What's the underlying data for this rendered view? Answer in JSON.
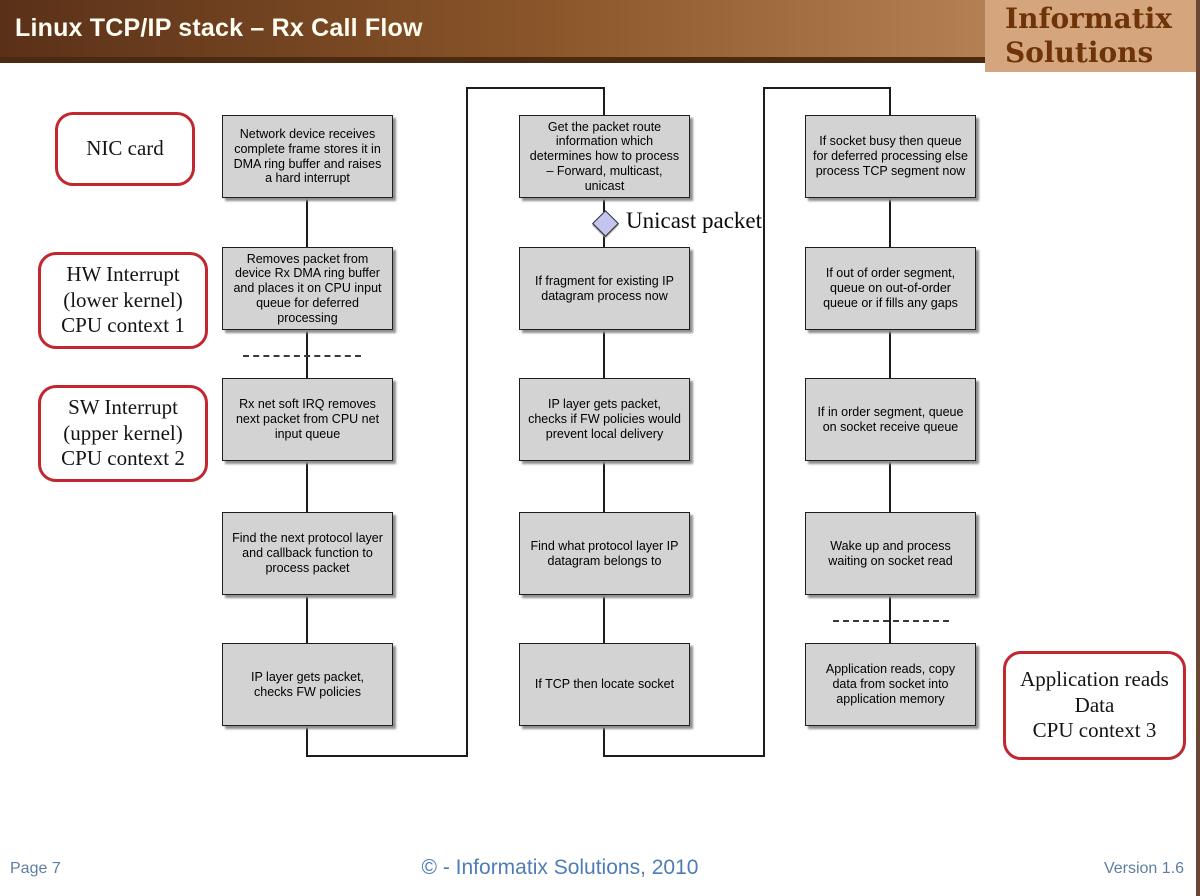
{
  "slide": {
    "title": "Linux TCP/IP stack – Rx Call Flow",
    "logo": {
      "line1": "Informatix",
      "line2": "Solutions"
    }
  },
  "flow": {
    "columns": [
      {
        "boxes": [
          "Network device receives complete frame stores it in DMA ring buffer and raises a hard interrupt",
          "Removes packet from device Rx DMA ring buffer and places it on CPU input queue for deferred processing",
          "Rx net soft IRQ removes next packet from CPU net input queue",
          "Find the next protocol layer and callback function to process packet",
          "IP layer gets packet, checks FW policies"
        ]
      },
      {
        "boxes": [
          "Get the packet route information which determines how to process – Forward, multicast, unicast",
          "If fragment for existing IP datagram process now",
          "IP layer gets packet, checks if FW policies would prevent local delivery",
          "Find what protocol layer IP datagram belongs to",
          "If TCP then locate socket"
        ]
      },
      {
        "boxes": [
          "If socket busy then queue for deferred processing else process TCP segment now",
          "If out of order segment, queue on out-of-order queue or if fills any gaps",
          "If in order segment, queue on socket receive queue",
          "Wake up and process waiting on socket read",
          "Application reads, copy data from socket into application memory"
        ]
      }
    ],
    "decision_label": "Unicast packet",
    "side_labels": [
      {
        "text": "NIC card"
      },
      {
        "text": "HW Interrupt\n(lower kernel)\nCPU context 1"
      },
      {
        "text": "SW Interrupt\n(upper kernel)\nCPU context 2"
      },
      {
        "text": "Application reads\nData\nCPU context 3"
      }
    ]
  },
  "footer": {
    "page": "Page 7",
    "copyright": "© - Informatix Solutions, 2010",
    "version": "Version 1.6"
  },
  "colors": {
    "header_gradient_start": "#5a3118",
    "header_gradient_end": "#c89468",
    "header_rule": "#4a2a10",
    "logo_bg": "#d5a67e",
    "logo_text": "#6e3408",
    "accent_red": "#c2262e",
    "box_fill": "#d3d3d3",
    "box_border": "#1f1f1f",
    "diamond_fill": "#c5c4ef",
    "footer_blue": "#4d7db8",
    "footer_muted_blue": "#5d7ea3",
    "edge_strip": "#6a4734"
  }
}
